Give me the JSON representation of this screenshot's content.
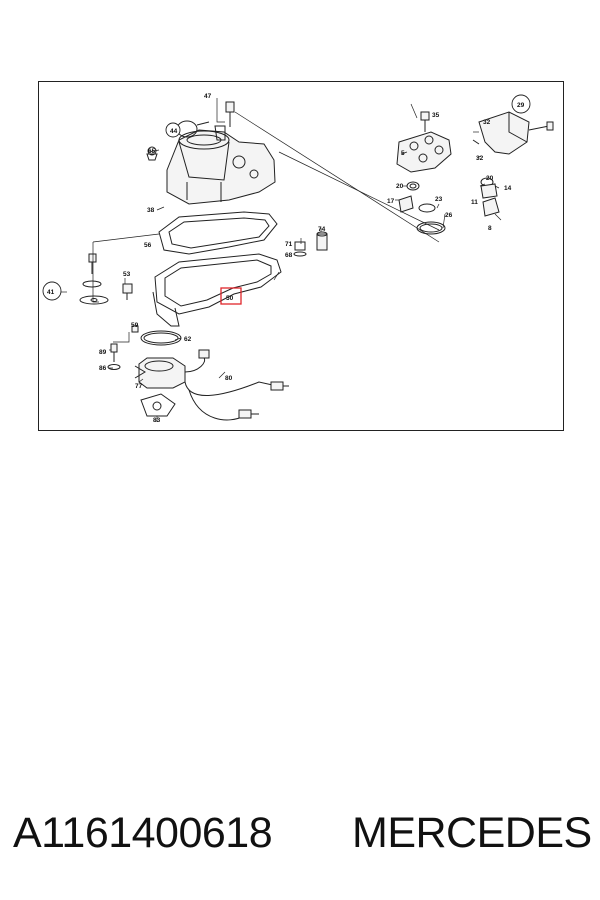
{
  "caption": {
    "part_number": "A1161400618",
    "brand": "MERCEDES"
  },
  "diagram": {
    "highlighted_label": "50",
    "highlight_color": "#e0252b",
    "labels": [
      "47",
      "44",
      "65",
      "38",
      "35",
      "29",
      "32",
      "5",
      "32",
      "20",
      "17",
      "23",
      "20",
      "14",
      "11",
      "26",
      "8",
      "56",
      "74",
      "71",
      "68",
      "41",
      "53",
      "50",
      "59",
      "62",
      "89",
      "86",
      "77",
      "80",
      "83"
    ]
  }
}
